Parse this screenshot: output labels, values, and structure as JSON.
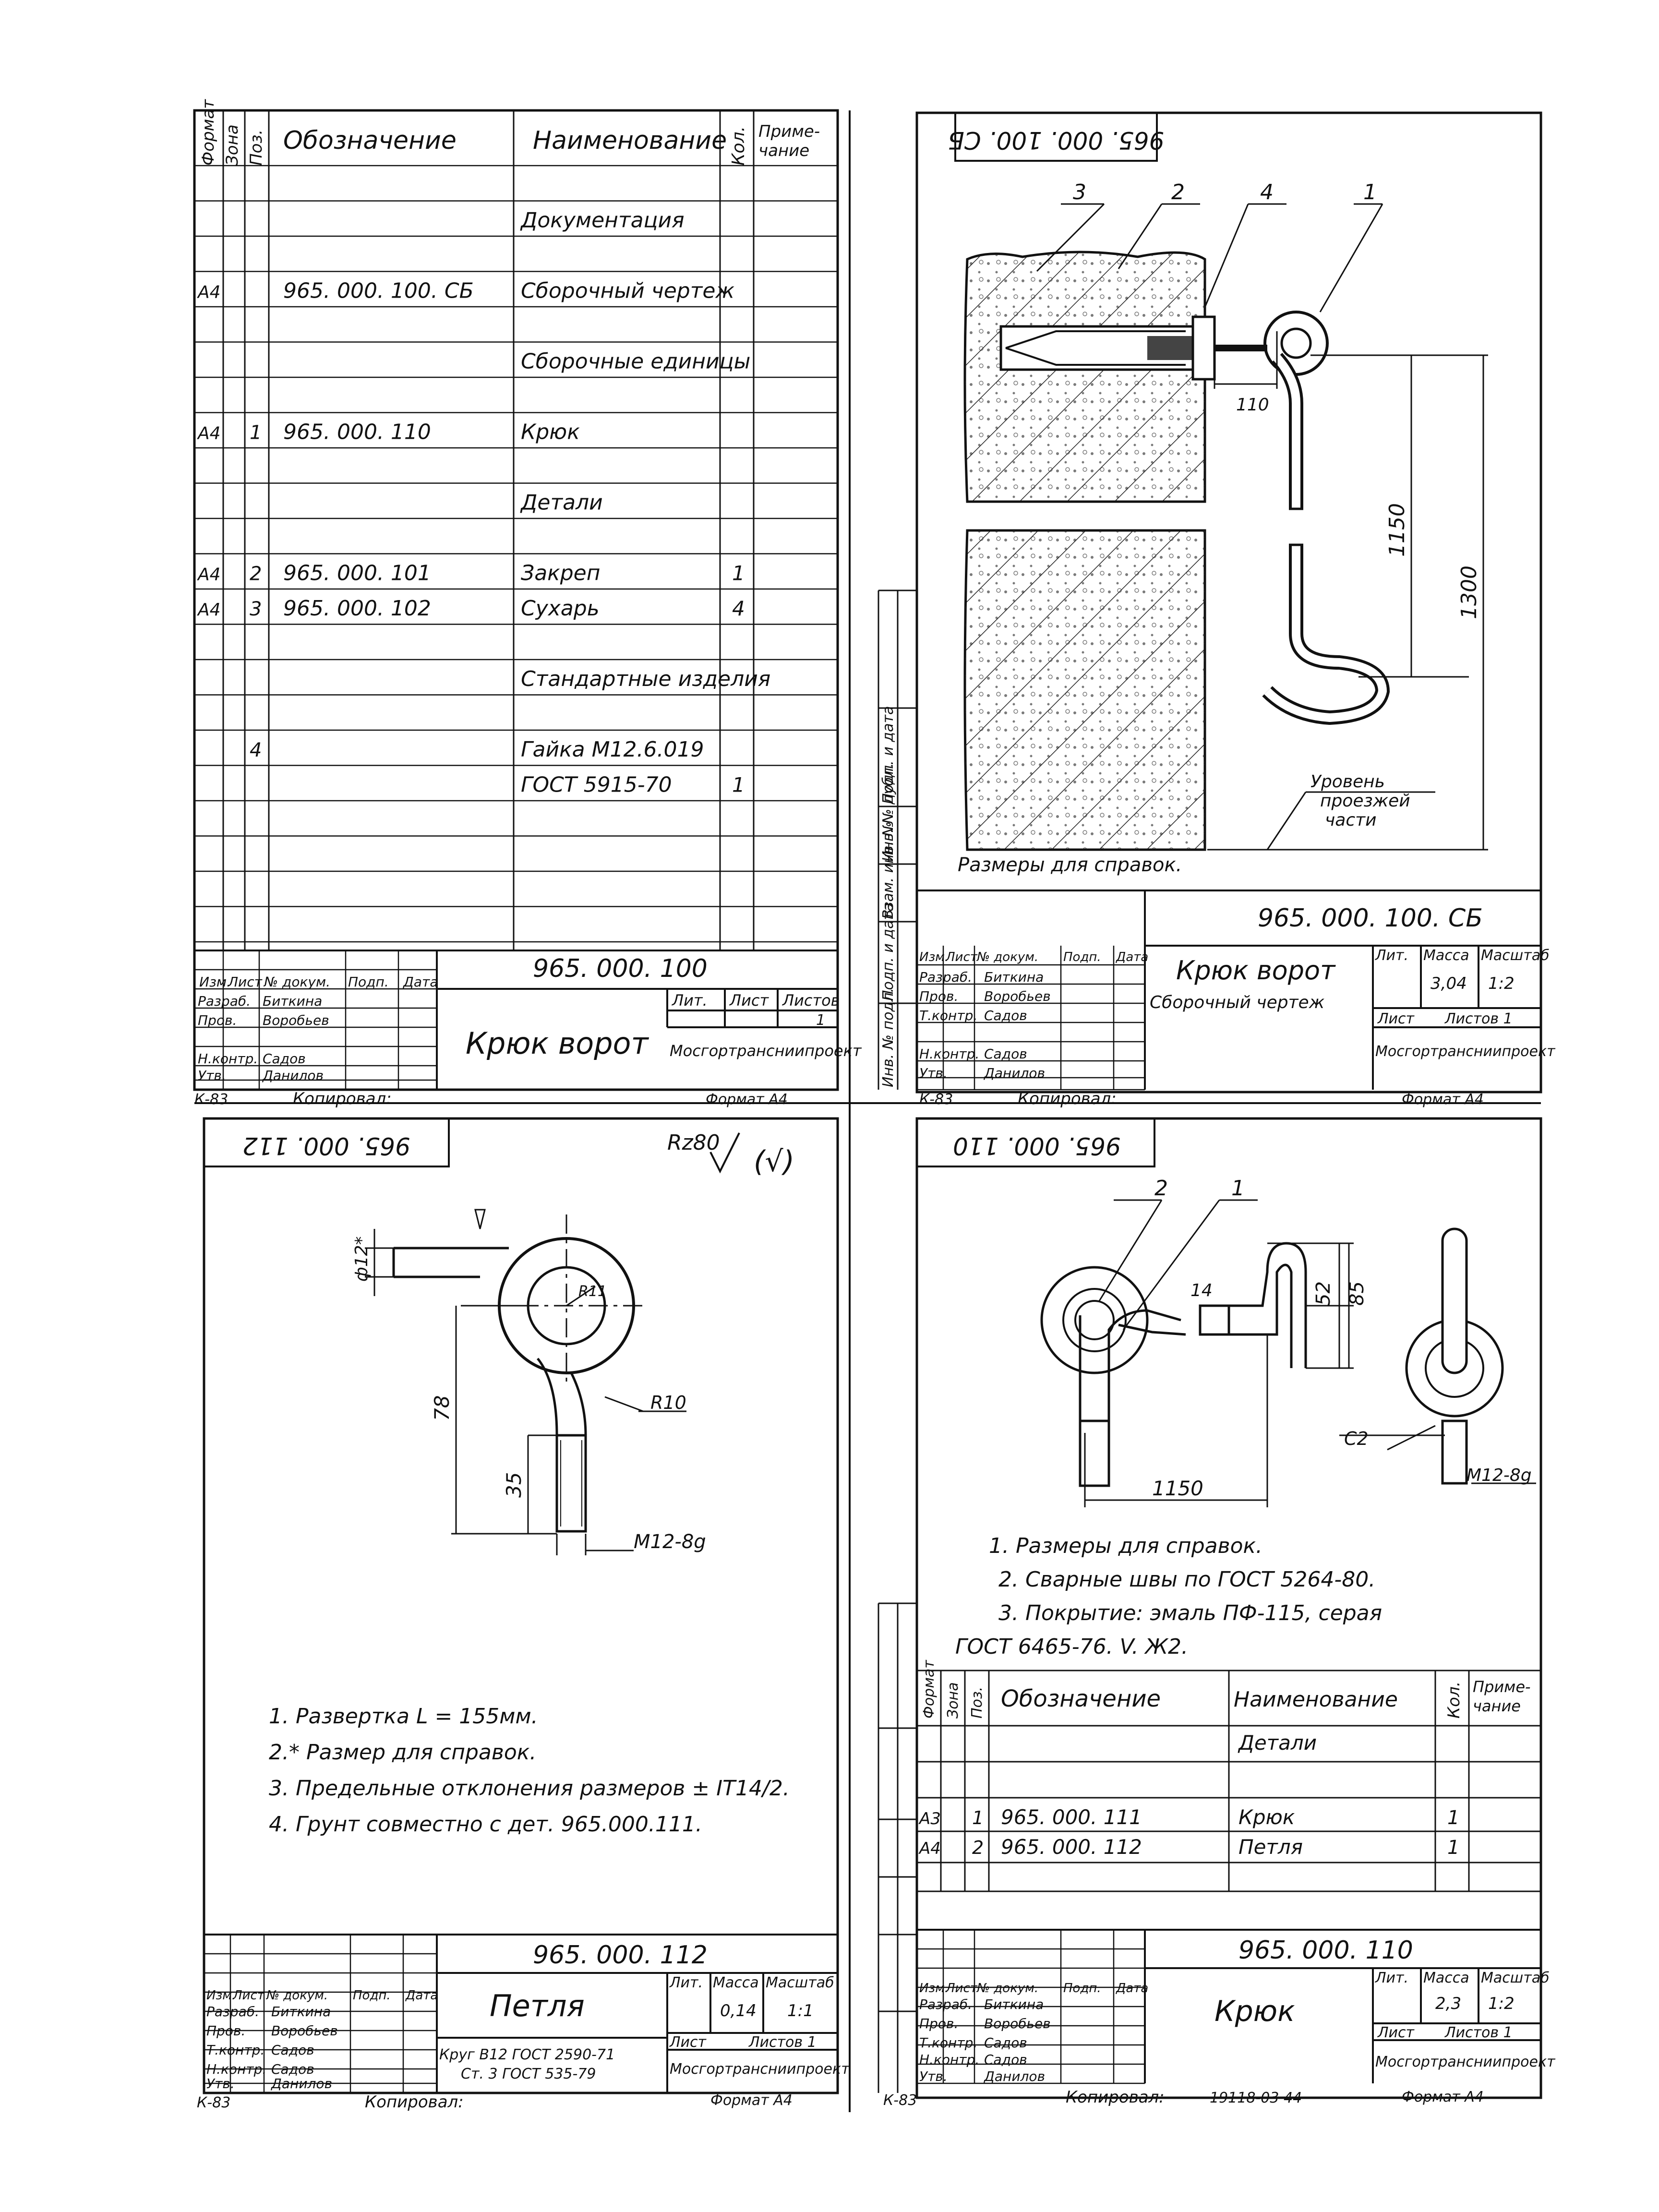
{
  "sheet1": {
    "header": {
      "format": "Формат",
      "zone": "Зона",
      "pos": "Поз.",
      "designation": "Обозначение",
      "name": "Наименование",
      "qty": "Кол.",
      "note1": "Приме-",
      "note2": "чание"
    },
    "rows": [
      {
        "format": "",
        "pos": "",
        "designation": "",
        "name": "Документация",
        "qty": ""
      },
      {
        "format": "А4",
        "pos": "",
        "designation": "965. 000. 100. СБ",
        "name": "Сборочный чертеж",
        "qty": ""
      },
      {
        "format": "",
        "pos": "",
        "designation": "",
        "name": "Сборочные единицы",
        "qty": ""
      },
      {
        "format": "А4",
        "pos": "1",
        "designation": "965. 000. 110",
        "name": "Крюк",
        "qty": ""
      },
      {
        "format": "",
        "pos": "",
        "designation": "",
        "name": "Детали",
        "qty": ""
      },
      {
        "format": "А4",
        "pos": "2",
        "designation": "965. 000. 101",
        "name": "Закреп",
        "qty": "1"
      },
      {
        "format": "А4",
        "pos": "3",
        "designation": "965. 000. 102",
        "name": "Сухарь",
        "qty": "4"
      },
      {
        "format": "",
        "pos": "",
        "designation": "",
        "name": "Стандартные изделия",
        "qty": ""
      },
      {
        "format": "",
        "pos": "4",
        "designation": "",
        "name": "Гайка М12.6.019",
        "qty": ""
      },
      {
        "format": "",
        "pos": "",
        "designation": "",
        "name": "ГОСТ 5915-70",
        "qty": "1"
      }
    ],
    "title_block": {
      "code": "965. 000. 100",
      "title": "Крюк ворот",
      "cols": {
        "izm": "Изм.",
        "list": "Лист",
        "doc": "№ докум.",
        "sign": "Подп.",
        "date": "Дата"
      },
      "roles": [
        {
          "role": "Разраб.",
          "person": "Биткина"
        },
        {
          "role": "Пров.",
          "person": "Воробьев"
        },
        {
          "role": "",
          "person": ""
        },
        {
          "role": "Н.контр.",
          "person": "Садов"
        },
        {
          "role": "Утв.",
          "person": "Данилов"
        }
      ],
      "lit": "Лит.",
      "sheet": "Лист",
      "sheets": "Листов",
      "sheets_val": "1",
      "org": "Мосгортрансниипроект"
    },
    "footer": {
      "k": "К-83",
      "copied": "Копировал:",
      "format": "Формат А4"
    }
  },
  "sheet2": {
    "stamp": "965. 000. 100. СБ",
    "callouts": [
      "3",
      "2",
      "4",
      "1"
    ],
    "dims": {
      "d110": "110",
      "d1150": "1150",
      "d1300": "1300"
    },
    "level": [
      "Уровень",
      "проезжей",
      "части"
    ],
    "ref_note": "Размеры для справок.",
    "side_labels": [
      "Инв. № подл.",
      "Подп. и дата",
      "Взам. инв. №",
      "Инв. № дубл.",
      "Подп. и дата"
    ],
    "title_block": {
      "code": "965. 000. 100. СБ",
      "title": "Крюк ворот",
      "subtitle": "Сборочный чертеж",
      "lit": "Лит.",
      "mass": "Масса",
      "scale": "Масштаб",
      "mass_val": "3,04",
      "scale_val": "1:2",
      "sheet": "Лист",
      "sheets": "Листов 1",
      "org": "Мосгортрансниипроект",
      "cols": {
        "izm": "Изм.",
        "list": "Лист",
        "doc": "№ докум.",
        "sign": "Подп.",
        "date": "Дата"
      },
      "roles": [
        {
          "role": "Разраб.",
          "person": "Биткина"
        },
        {
          "role": "Пров.",
          "person": "Воробьев"
        },
        {
          "role": "Т.контр.",
          "person": "Садов"
        },
        {
          "role": "Н.контр.",
          "person": "Садов"
        },
        {
          "role": "Утв.",
          "person": "Данилов"
        }
      ]
    },
    "footer": {
      "k": "К-83",
      "copied": "Копировал:",
      "format": "Формат А4"
    }
  },
  "sheet3": {
    "stamp": "965. 000. 112",
    "roughness": "Rz80",
    "roughness_paren": "(√)",
    "dims": {
      "phi": "ф12*",
      "r11": "R11",
      "r10": "R10",
      "d78": "78",
      "d35": "35",
      "thread": "М12-8g"
    },
    "notes": [
      "1. Развертка  L = 155мм.",
      "2.* Размер для справок.",
      "3. Предельные отклонения размеров ± IT14/2.",
      "4. Грунт совместно с дет. 965.000.111."
    ],
    "title_block": {
      "code": "965. 000. 112",
      "title": "Петля",
      "lit": "Лит.",
      "mass": "Масса",
      "scale": "Масштаб",
      "mass_val": "0,14",
      "scale_val": "1:1",
      "sheet": "Лист",
      "sheets": "Листов 1",
      "org": "Мосгортрансниипроект",
      "material1": "Круг  В12 ГОСТ 2590-71",
      "material2": "Ст. 3 ГОСТ 535-79",
      "cols": {
        "izm": "Изм.",
        "list": "Лист",
        "doc": "№ докум.",
        "sign": "Подп.",
        "date": "Дата"
      },
      "roles": [
        {
          "role": "Разраб.",
          "person": "Биткина"
        },
        {
          "role": "Пров.",
          "person": "Воробьев"
        },
        {
          "role": "Т.контр.",
          "person": "Садов"
        },
        {
          "role": "Н.контр.",
          "person": "Садов"
        },
        {
          "role": "Утв.",
          "person": "Данилов"
        }
      ]
    },
    "footer": {
      "k": "К-83",
      "copied": "Копировал:",
      "format": "Формат А4"
    }
  },
  "sheet4": {
    "stamp": "965. 000. 110",
    "callouts": [
      "2",
      "1"
    ],
    "dims": {
      "d14": "14",
      "d52": "52",
      "d85": "85",
      "c2": "С2",
      "thread": "М12-8g",
      "d1150": "1150"
    },
    "notes": [
      "1. Размеры для справок.",
      "2. Сварные швы по ГОСТ 5264-80.",
      "3. Покрытие: эмаль  ПФ-115,  серая",
      "ГОСТ 6465-76.  V. Ж2."
    ],
    "header": {
      "format": "Формат",
      "zone": "Зона",
      "pos": "Поз.",
      "designation": "Обозначение",
      "name": "Наименование",
      "qty": "Кол.",
      "note1": "Приме-",
      "note2": "чание"
    },
    "rows": [
      {
        "format": "",
        "pos": "",
        "designation": "",
        "name": "Детали",
        "qty": ""
      },
      {
        "format": "А3",
        "pos": "1",
        "designation": "965. 000. 111",
        "name": "Крюк",
        "qty": "1"
      },
      {
        "format": "А4",
        "pos": "2",
        "designation": "965. 000. 112",
        "name": "Петля",
        "qty": "1"
      }
    ],
    "title_block": {
      "code": "965. 000. 110",
      "title": "Крюк",
      "lit": "Лит.",
      "mass": "Масса",
      "scale": "Масштаб",
      "mass_val": "2,3",
      "scale_val": "1:2",
      "sheet": "Лист",
      "sheets": "Листов 1",
      "org": "Мосгортрансниипроект",
      "cols": {
        "izm": "Изм.",
        "list": "Лист",
        "doc": "№ докум.",
        "sign": "Подп.",
        "date": "Дата"
      },
      "roles": [
        {
          "role": "Разраб.",
          "person": "Биткина"
        },
        {
          "role": "Пров.",
          "person": "Воробьев"
        },
        {
          "role": "Т.контр.",
          "person": "Садов"
        },
        {
          "role": "Н.контр.",
          "person": "Садов"
        },
        {
          "role": "Утв.",
          "person": "Данилов"
        }
      ]
    },
    "footer": {
      "k": "К-83",
      "copied": "Копировал:",
      "extra": "19118-03    44",
      "format": "Формат А4"
    }
  }
}
